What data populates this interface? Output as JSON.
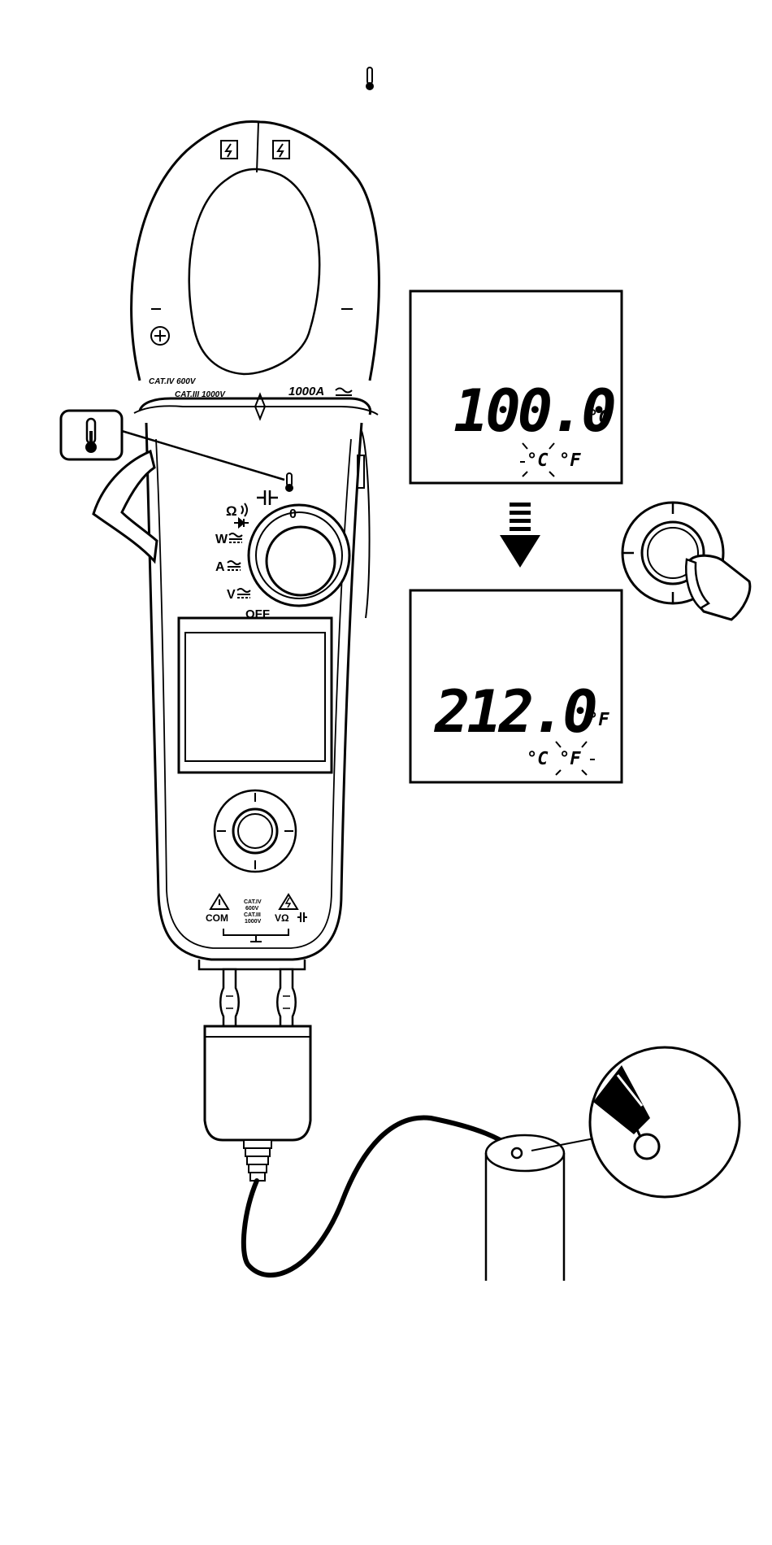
{
  "meter": {
    "cat_rating_1": "CAT.IV 600V",
    "cat_rating_2": "CAT.III 1000V",
    "current_rating": "1000A",
    "dial": {
      "mark_zero": "0",
      "labels": [
        "Ω",
        "W",
        "A",
        "V"
      ],
      "off": "OFF"
    },
    "terminals": {
      "com": "COM",
      "input": "VΩ",
      "cat_center": [
        "CAT.IV",
        "600V",
        "CAT.III",
        "1000V"
      ]
    }
  },
  "display_top": {
    "reading": "100.0",
    "unit": "°C",
    "opt_c": "°C",
    "opt_f": "°F",
    "selected": "C"
  },
  "display_bottom": {
    "reading": "212.0",
    "unit": "°F",
    "opt_c": "°C",
    "opt_f": "°F",
    "selected": "F"
  },
  "icons": [
    "thermometer-icon",
    "lightning-icon",
    "warning-icon",
    "arrow-down-icon",
    "button-press-icon"
  ]
}
